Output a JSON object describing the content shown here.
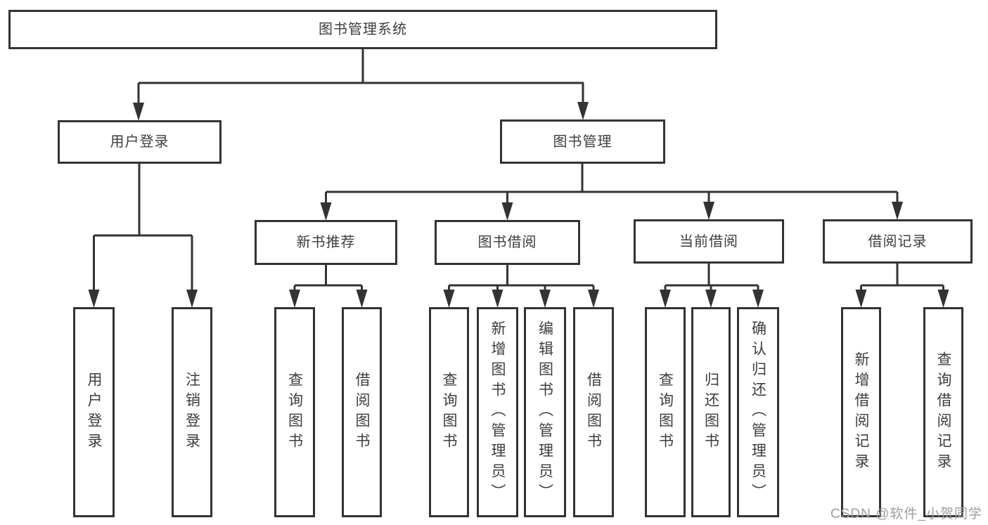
{
  "watermark": "CSDN @软件_小贺同学",
  "colors": {
    "line": "#333333",
    "box_border": "#333333",
    "box_fill": "#ffffff",
    "text": "#3d3d3d",
    "watermark_text": "#9e9e9e"
  },
  "tree": {
    "label": "图书管理系统",
    "children": [
      {
        "label": "用户登录",
        "children": [
          {
            "label": "用户登录"
          },
          {
            "label": "注销登录"
          }
        ]
      },
      {
        "label": "图书管理",
        "children": [
          {
            "label": "新书推荐",
            "children": [
              {
                "label": "查询图书"
              },
              {
                "label": "借阅图书"
              }
            ]
          },
          {
            "label": "图书借阅",
            "children": [
              {
                "label": "查询图书"
              },
              {
                "label": "新增图书（管理员）"
              },
              {
                "label": "编辑图书（管理员）"
              },
              {
                "label": "借阅图书"
              }
            ]
          },
          {
            "label": "当前借阅",
            "children": [
              {
                "label": "查询图书"
              },
              {
                "label": "归还图书"
              },
              {
                "label": "确认归还（管理员）"
              }
            ]
          },
          {
            "label": "借阅记录",
            "children": [
              {
                "label": "新增借阅记录"
              },
              {
                "label": "查询借阅记录"
              }
            ]
          }
        ]
      }
    ]
  }
}
